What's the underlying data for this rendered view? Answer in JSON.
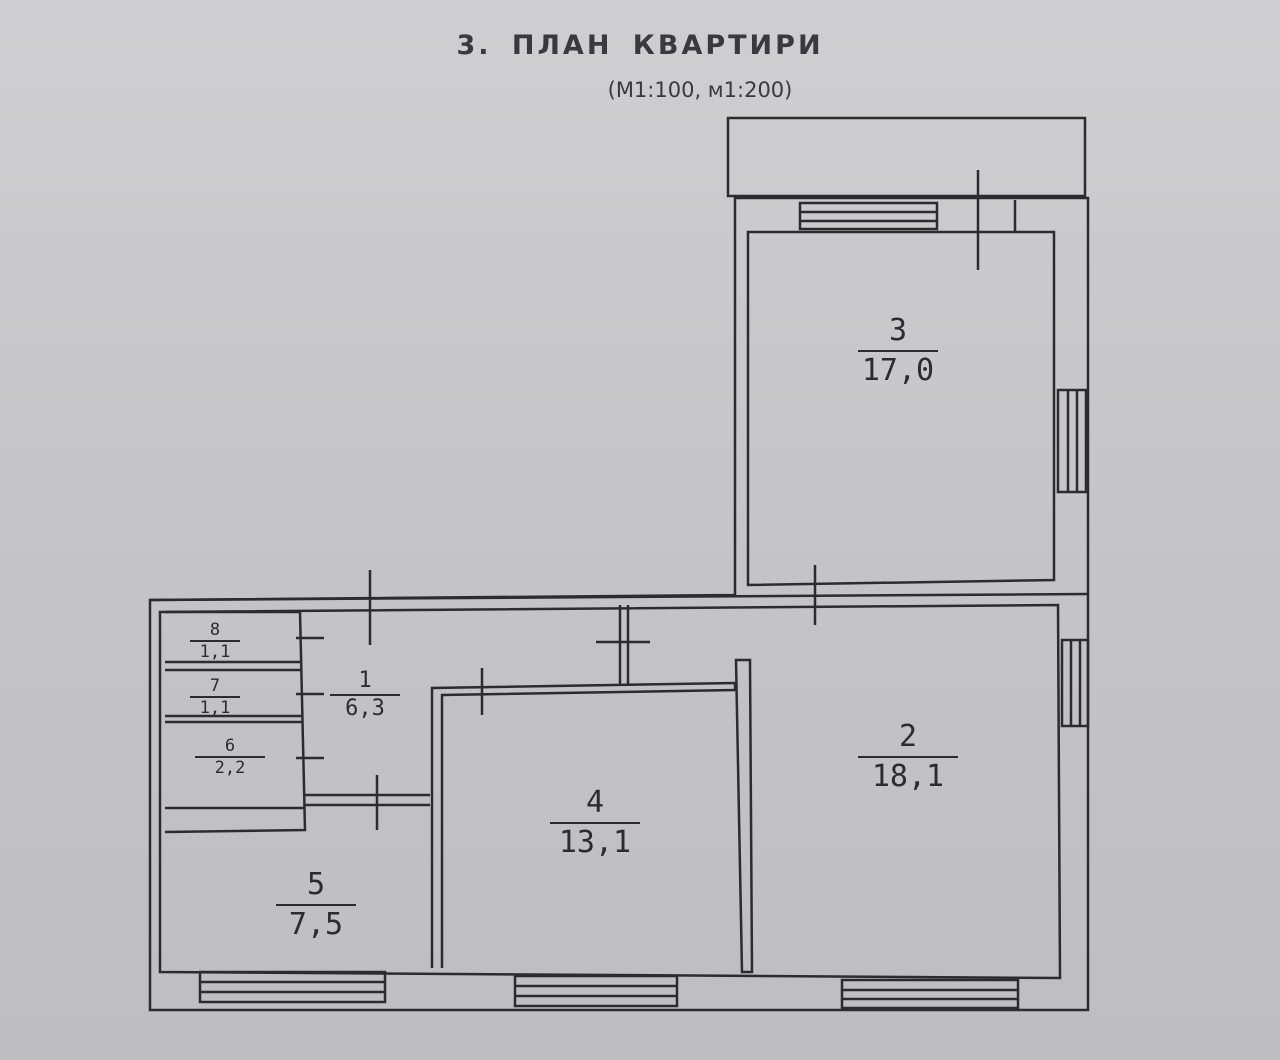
{
  "header": {
    "title": "3. ПЛАН  КВАРТИРИ",
    "scale": "(М1:100, м1:200)"
  },
  "rooms": [
    {
      "number": "1",
      "area": "6,3"
    },
    {
      "number": "2",
      "area": "18,1"
    },
    {
      "number": "3",
      "area": "17,0"
    },
    {
      "number": "4",
      "area": "13,1"
    },
    {
      "number": "5",
      "area": "7,5"
    },
    {
      "number": "6",
      "area": "2,2"
    },
    {
      "number": "7",
      "area": "1,1"
    },
    {
      "number": "8",
      "area": "1,1"
    }
  ],
  "colors": {
    "ink": "#2c2c30",
    "paper": "#c9c9cc"
  }
}
